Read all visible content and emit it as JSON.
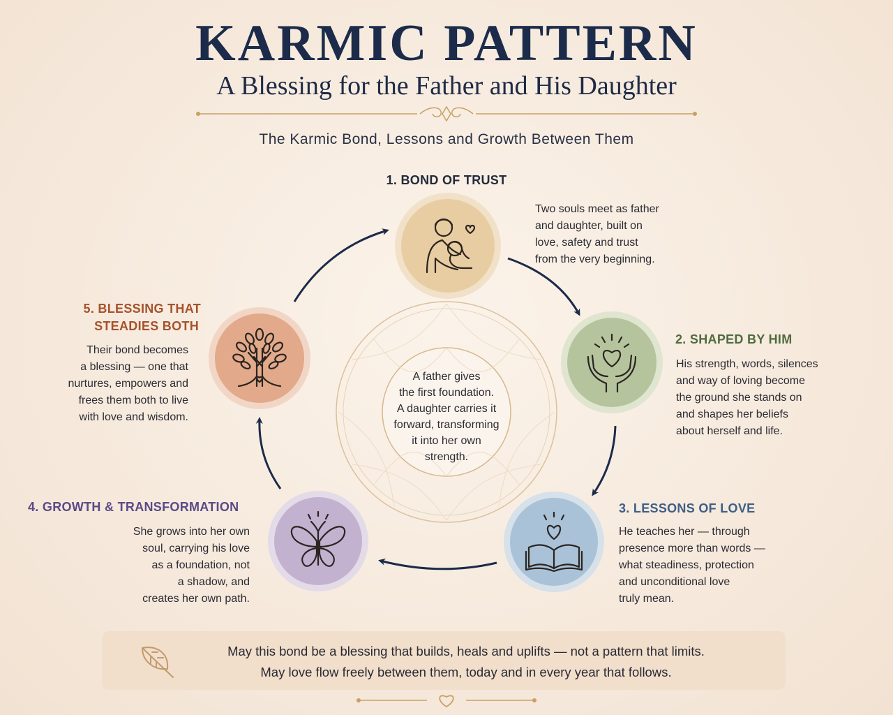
{
  "header": {
    "title": "KARMIC PATTERN",
    "subtitle": "A Blessing for the Father and His Daughter",
    "tagline": "The Karmic Bond, Lessons and Growth Between Them"
  },
  "center": {
    "text": "A father gives\nthe first foundation.\nA daughter carries it\nforward, transforming\nit into her own\nstrength."
  },
  "stages": [
    {
      "heading": "1. BOND OF TRUST",
      "description": "Two souls meet as father\nand daughter, built on\nlove, safety and trust\nfrom the very beginning.",
      "icon": "father-daughter-icon",
      "color": "#1f2b46",
      "circle_color": "#e8cda2"
    },
    {
      "heading": "2. SHAPED BY HIM",
      "description": "His strength, words, silences\nand way of loving become\nthe ground she stands on\nand shapes her beliefs\nabout herself and life.",
      "icon": "hands-heart-icon",
      "color": "#4e6b3c",
      "circle_color": "#b6c49e"
    },
    {
      "heading": "3. LESSONS OF LOVE",
      "description": "He teaches her — through\npresence more than words —\nwhat steadiness, protection\nand unconditional love\ntruly mean.",
      "icon": "book-heart-icon",
      "color": "#3d5f86",
      "circle_color": "#a9c2d8"
    },
    {
      "heading": "4. GROWTH & TRANSFORMATION",
      "description": "She grows into her own\nsoul, carrying his love\nas a foundation, not\na shadow, and\ncreates her own path.",
      "icon": "butterfly-icon",
      "color": "#5b4a86",
      "circle_color": "#c3b1d0"
    },
    {
      "heading_line1": "5. BLESSING THAT",
      "heading_line2": "STEADIES BOTH",
      "description": "Their bond becomes\na blessing — one that\nnurtures, empowers and\nfrees them both to live\nwith love and wisdom.",
      "icon": "tree-heart-icon",
      "color": "#a5522c",
      "circle_color": "#e2a98a"
    }
  ],
  "footer": {
    "line1": "May this bond be a blessing that builds, heals and uplifts — not a pattern that limits.",
    "line2": "May love flow freely between them, today and in every year that follows.",
    "icon": "leaf-icon"
  }
}
